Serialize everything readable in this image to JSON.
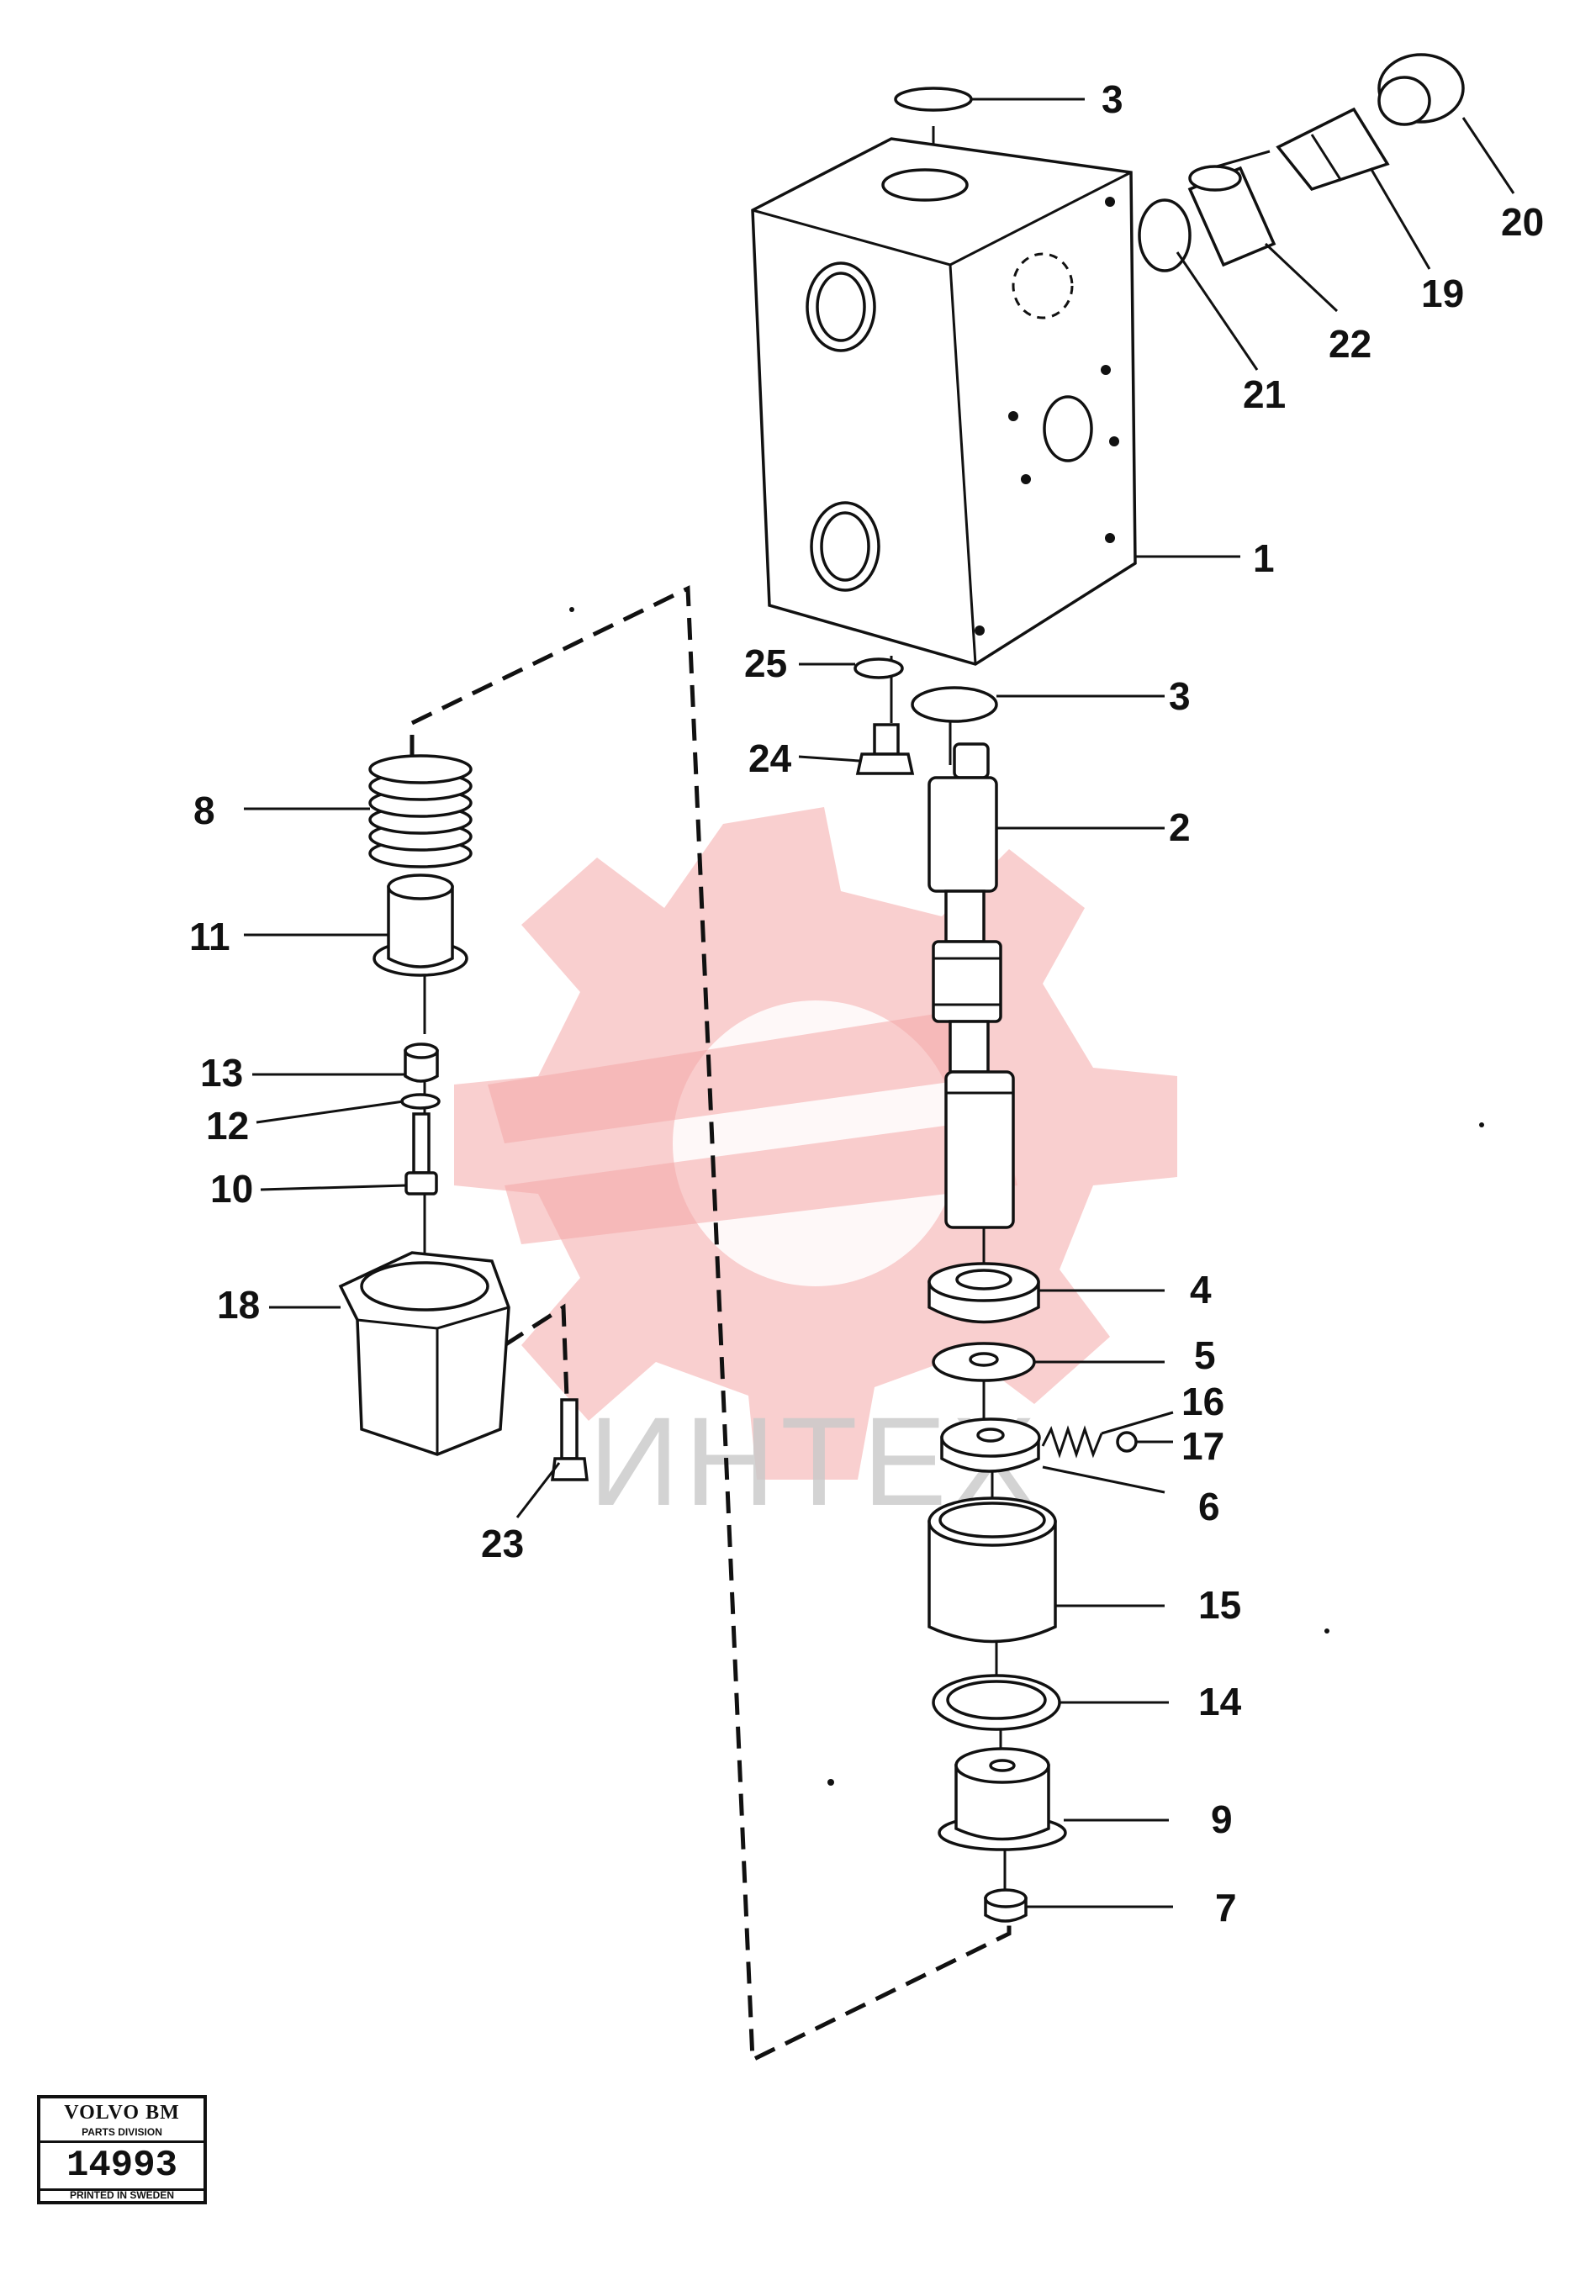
{
  "labels": {
    "n1": "1",
    "n2": "2",
    "n3a": "3",
    "n3b": "3",
    "n4": "4",
    "n5": "5",
    "n6": "6",
    "n7": "7",
    "n8": "8",
    "n9": "9",
    "n10": "10",
    "n11": "11",
    "n12": "12",
    "n13": "13",
    "n14": "14",
    "n15": "15",
    "n16": "16",
    "n17": "17",
    "n18": "18",
    "n19": "19",
    "n20": "20",
    "n21": "21",
    "n22": "22",
    "n23": "23",
    "n24": "24",
    "n25": "25"
  },
  "watermark": {
    "text": "ИНТЕХ",
    "color": "#f4a8a8"
  },
  "stamp": {
    "brand": "VOLVO BM",
    "division": "PARTS DIVISION",
    "number": "14993",
    "printed": "PRINTED IN SWEDEN"
  }
}
